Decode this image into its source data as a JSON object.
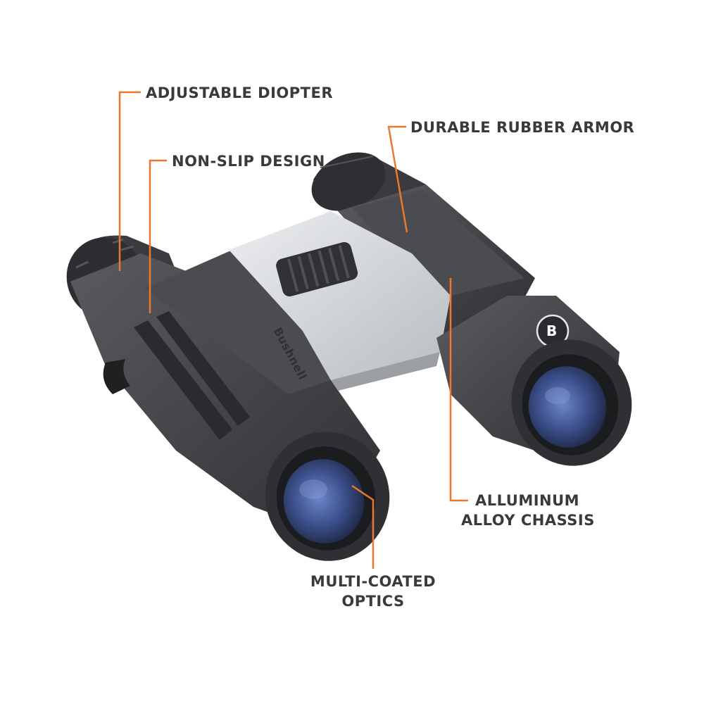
{
  "labels": {
    "adjustable_diopter": "ADJUSTABLE DIOPTER",
    "non_slip_design": "NON-SLIP DESIGN",
    "durable_rubber_armor": "DURABLE RUBBER ARMOR",
    "alluminum_line1": "ALLUMINUM",
    "alluminum_line2": "ALLOY CHASSIS",
    "optics_line1": "MULTI-COATED",
    "optics_line2": "OPTICS"
  },
  "brand": {
    "name": "Bushnell",
    "badge": "B"
  },
  "colors": {
    "callout": "#e8792d",
    "label_text": "#3a3a3a",
    "body": "#3e3e40",
    "chassis": "#d4d6d9",
    "lens": "#3b4f8a"
  }
}
